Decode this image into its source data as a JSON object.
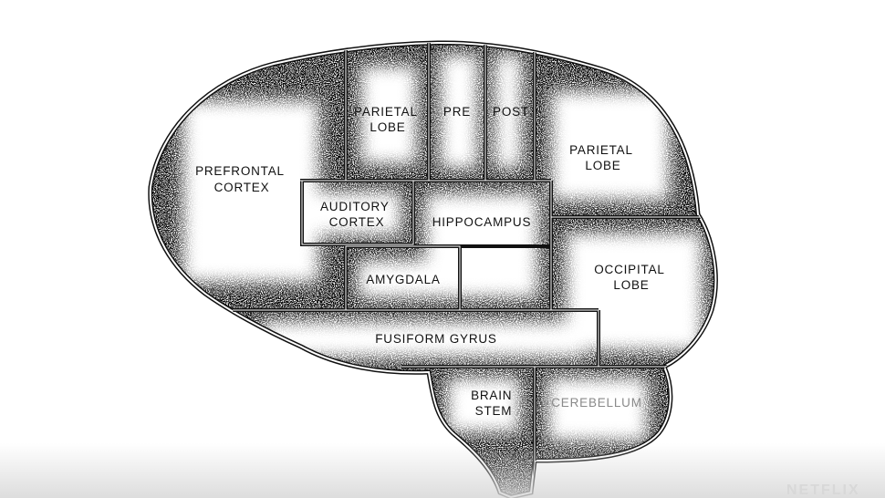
{
  "regions": {
    "prefrontal_cortex": [
      "PREFRONTAL",
      "CORTEX"
    ],
    "parietal_lobe_left": [
      "PARIETAL",
      "LOBE"
    ],
    "pre": [
      "PRE"
    ],
    "post": [
      "POST"
    ],
    "parietal_lobe_right": [
      "PARIETAL",
      "LOBE"
    ],
    "auditory_cortex": [
      "AUDITORY",
      "CORTEX"
    ],
    "hippocampus": [
      "HIPPOCAMPUS"
    ],
    "amygdala": [
      "AMYGDALA"
    ],
    "occipital_lobe": [
      "OCCIPITAL",
      "LOBE"
    ],
    "fusiform_gyrus": [
      "FUSIFORM GYRUS"
    ],
    "brain_stem": [
      "BRAIN",
      "STEM"
    ],
    "cerebellum": [
      "CEREBELLUM"
    ]
  },
  "watermark": "NETFLIX",
  "colors": {
    "ink": "#111111",
    "faint_label": "#8a8a8a",
    "paper": "#ffffff"
  }
}
